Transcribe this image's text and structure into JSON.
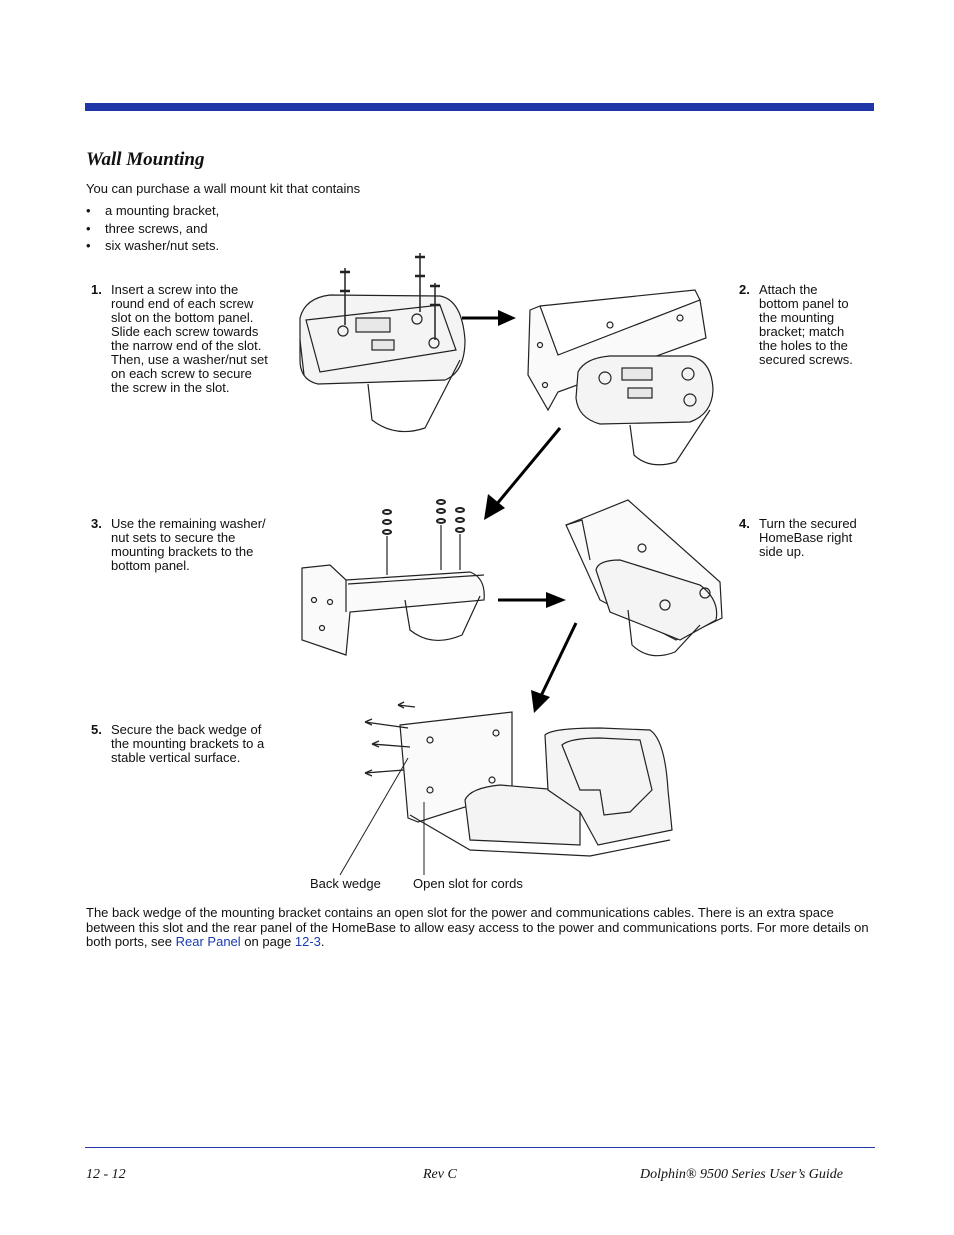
{
  "header": {
    "title": "Wall Mounting"
  },
  "intro": "You can purchase a wall mount kit that contains",
  "kit_items": [
    "a mounting bracket,",
    "three screws, and",
    "six washer/nut sets."
  ],
  "steps": [
    {
      "number": "1.",
      "text": "Insert a screw into the\nround end of each screw\nslot on the bottom panel.\nSlide each screw towards\nthe narrow end of the slot.\nThen, use a washer/nut set\non each screw to secure\nthe screw in the slot."
    },
    {
      "number": "2.",
      "text": "Attach the\nbottom panel to\nthe mounting\nbracket; match\nthe holes to the\nsecured screws."
    },
    {
      "number": "3.",
      "text": "Use the remaining washer/\nnut sets to secure the\nmounting brackets to the\nbottom panel."
    },
    {
      "number": "4.",
      "text": "Turn the secured\nHomeBase right\nside up."
    },
    {
      "number": "5.",
      "text": "Secure the back wedge of\nthe mounting brackets to a\nstable vertical surface."
    }
  ],
  "callouts": {
    "back_wedge": "Back wedge",
    "open_slot": "Open slot for cords"
  },
  "paragraph": {
    "before": "The back wedge of the mounting bracket contains an open slot for the power and communications cables. There is an extra space between this slot and the rear panel of the HomeBase to allow easy access to the power and communications ports. For more details on both ports, see ",
    "link1": "Rear Panel",
    "middle": " on page ",
    "link2": "12-3",
    "after": "."
  },
  "footer": {
    "page": "12 - 12",
    "rev": "Rev C",
    "guide": "Dolphin® 9500 Series User’s Guide"
  },
  "colors": {
    "accent": "#1f35a8",
    "link": "#1a3bb0"
  }
}
